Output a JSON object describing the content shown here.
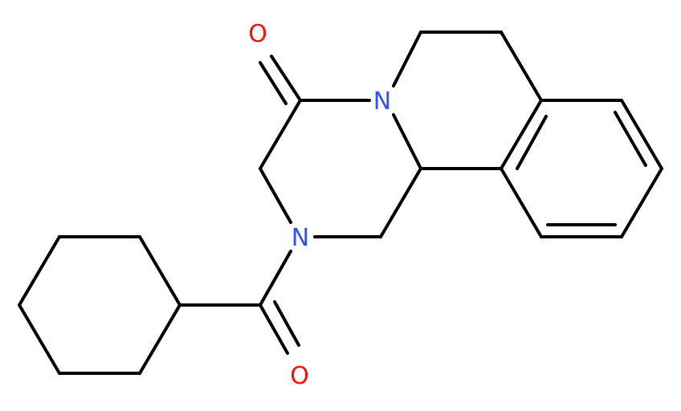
{
  "molecule": {
    "bond_color": "#000000",
    "atoms": [
      {
        "id": "o1",
        "symbol": "O",
        "color": "#ff0d0d"
      },
      {
        "id": "n1",
        "symbol": "N",
        "color": "#3050f8"
      },
      {
        "id": "n2",
        "symbol": "N",
        "color": "#3050f8"
      },
      {
        "id": "o2",
        "symbol": "O",
        "color": "#ff0d0d"
      }
    ]
  }
}
